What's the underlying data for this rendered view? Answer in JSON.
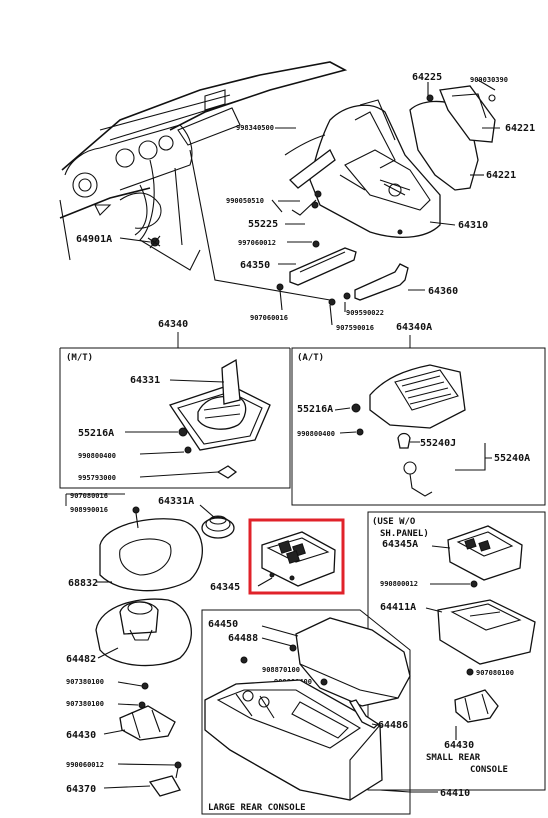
{
  "parts_top": {
    "p64225": "64225",
    "p90 gs": "909030390",
    "p64221a": "64221",
    "p64221b": "64221",
    "p64310": "64310",
    "p98": "998340500",
    "p99g": "990050510",
    "p55225": "55225",
    "p9706": "997060012",
    "p64350": "64350",
    "p9070": "907060016",
    "p64360": "64360",
    "p64901a": "64901A",
    "p9095": "909590022",
    "p9075": "907590016"
  },
  "sections": {
    "p64340": "64340",
    "p64340a": "64340A",
    "mt": "(M/T)",
    "at": "(A/T)",
    "use_wo": "(USE W/O",
    "sh_panel": "SH.PANEL)",
    "large_rear": "LARGE REAR CONSOLE",
    "small_rear_1": "SMALL REAR",
    "small_rear_2": "CONSOLE"
  },
  "parts_mt": {
    "p64331": "64331",
    "p55216a": "55216A",
    "p9908": "990800400",
    "p9957": "995793000"
  },
  "parts_at": {
    "p55216a": "55216A",
    "p9908": "990800400",
    "p55240j": "55240J",
    "p55240a": "55240A"
  },
  "parts_lower": {
    "p9070a": "907080016",
    "p9080": "908990016",
    "p64331a": "64331A",
    "p64345": "64345",
    "p68832": "68832",
    "p64482": "64482",
    "p9073": "907380100",
    "p9073b": "907380100",
    "p64430a": "64430",
    "p9908b": "990060012",
    "p64370": "64370",
    "p64345a": "64345A",
    "p9908c": "990800012",
    "p64411a": "64411A",
    "p64450": "64450",
    "p64488": "64488",
    "p9080b": "908870100",
    "p9060": "900800400",
    "p64486": "64486",
    "p9070c": "907080100",
    "p64430b": "64430",
    "p64410": "64410"
  },
  "colors": {
    "highlight": "#e0222a",
    "ink": "#111111"
  }
}
